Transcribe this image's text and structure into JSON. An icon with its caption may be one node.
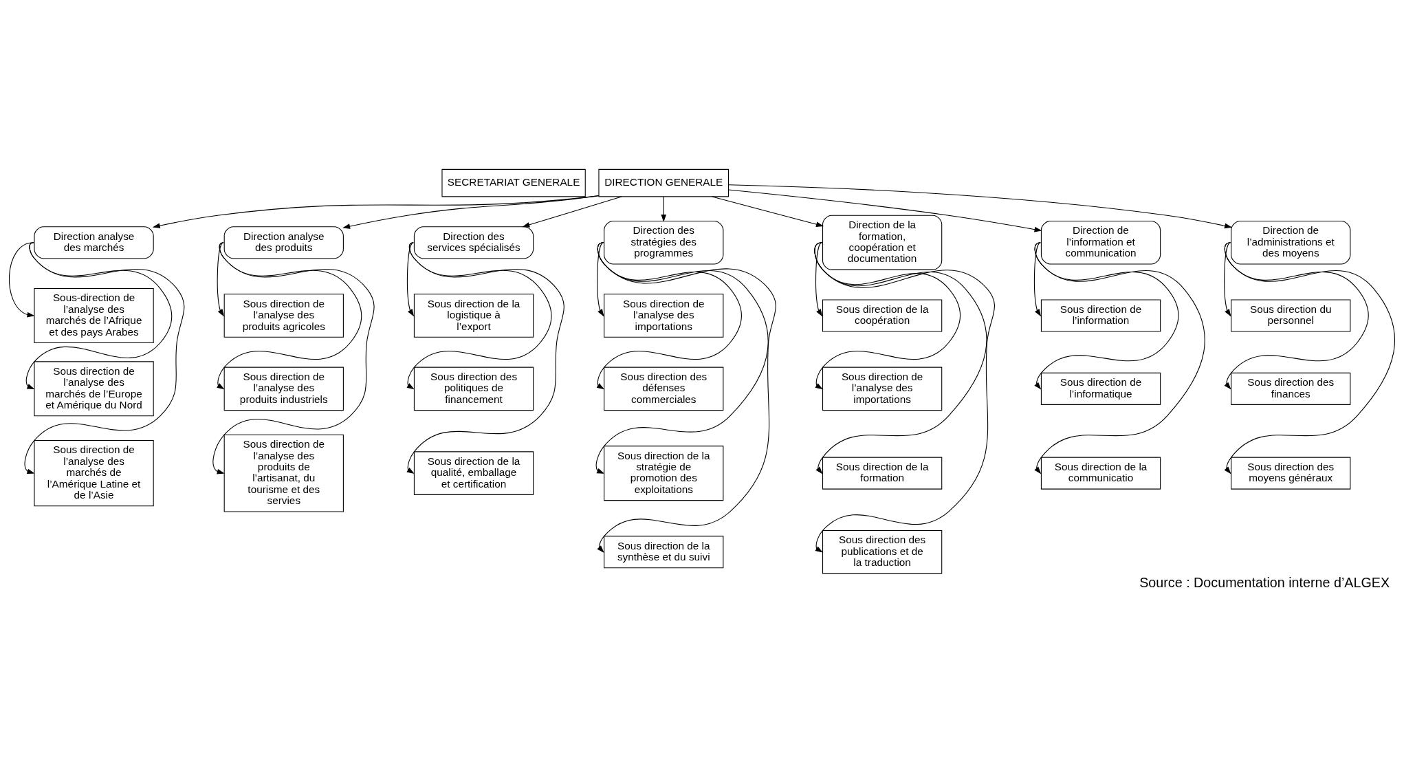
{
  "diagram": {
    "caption": "Source : Documentation interne d’ALGEX",
    "nodes": [
      {
        "text": [
          "SECRETARIAT GENERALE"
        ]
      },
      {
        "text": [
          "DIRECTION GENERALE"
        ]
      },
      {
        "text": [
          "Direction analyse des marchés"
        ]
      },
      {
        "text": [
          "Sous-direction de l’analyse des marchés de l’Afrique et des pays Arabes"
        ]
      },
      {
        "text": [
          "Sous direction de l’analyse des marchés de l’Europe et Amérique du Nord"
        ]
      },
      {
        "text": [
          "Sous direction de l’analyse des marchés de l’Amérique Latine et de l’Asie"
        ]
      },
      {
        "text": [
          "Direction analyse des produits"
        ]
      },
      {
        "text": [
          "Sous direction de l’analyse des produits agricoles"
        ]
      },
      {
        "text": [
          "Sous direction de l’analyse des produits industriels"
        ]
      },
      {
        "text": [
          "Sous direction de l’analyse des produits de l’artisanat, du tourisme et des servies"
        ]
      },
      {
        "text": [
          "Direction des services spécialisés"
        ]
      },
      {
        "text": [
          "Sous direction de la logistique à l’export"
        ]
      },
      {
        "text": [
          "Sous direction des politiques de financement"
        ]
      },
      {
        "text": [
          "Sous direction de la qualité, emballage et certification"
        ]
      },
      {
        "text": [
          "Direction des stratégies des programmes"
        ]
      },
      {
        "text": [
          "Sous direction de l’analyse des importations"
        ]
      },
      {
        "text": [
          "Sous direction des défenses commerciales"
        ]
      },
      {
        "text": [
          "Sous direction de la stratégie de promotion des exploitations"
        ]
      },
      {
        "text": [
          "Sous direction de la synthèse et du suivi"
        ]
      },
      {
        "text": [
          "Direction de la formation, coopération et documentation"
        ]
      },
      {
        "text": [
          "Sous direction de la coopération"
        ]
      },
      {
        "text": [
          "Sous direction de l’analyse des importations"
        ]
      },
      {
        "text": [
          "Sous direction de la formation"
        ]
      },
      {
        "text": [
          "Sous direction des publications et de la traduction"
        ]
      },
      {
        "text": [
          "Direction de l’information et communication"
        ]
      },
      {
        "text": [
          "Sous direction de l’information"
        ]
      },
      {
        "text": [
          "Sous direction de l’informatique"
        ]
      },
      {
        "text": [
          "Sous direction de la communicatio"
        ]
      },
      {
        "text": [
          "Direction de l’administrations et des moyens"
        ]
      },
      {
        "text": [
          "Sous direction du personnel"
        ]
      },
      {
        "text": [
          "Sous direction des finances"
        ]
      },
      {
        "text": [
          "Sous direction des moyens généraux"
        ]
      }
    ],
    "edges": [
      {
        "from": 1,
        "to": 2,
        "arrow": "to"
      },
      {
        "from": 1,
        "to": 6,
        "arrow": "to"
      },
      {
        "from": 1,
        "to": 10,
        "arrow": "to"
      },
      {
        "from": 1,
        "to": 14,
        "arrow": "to"
      },
      {
        "from": 1,
        "to": 19,
        "arrow": "to"
      },
      {
        "from": 1,
        "to": 24,
        "arrow": "to"
      },
      {
        "from": 1,
        "to": 28,
        "arrow": "to"
      },
      {
        "from": 2,
        "to": 3,
        "arrow": "to"
      },
      {
        "from": 2,
        "to": 4,
        "arrow": "to"
      },
      {
        "from": 2,
        "to": 5,
        "arrow": "to"
      },
      {
        "from": 6,
        "to": 7,
        "arrow": "to"
      },
      {
        "from": 6,
        "to": 8,
        "arrow": "to"
      },
      {
        "from": 6,
        "to": 9,
        "arrow": "to"
      },
      {
        "from": 10,
        "to": 11,
        "arrow": "to"
      },
      {
        "from": 10,
        "to": 12,
        "arrow": "to"
      },
      {
        "from": 10,
        "to": 13,
        "arrow": "to"
      },
      {
        "from": 14,
        "to": 15,
        "arrow": "to"
      },
      {
        "from": 14,
        "to": 16,
        "arrow": "to"
      },
      {
        "from": 14,
        "to": 17,
        "arrow": "to"
      },
      {
        "from": 14,
        "to": 18,
        "arrow": "to"
      },
      {
        "from": 19,
        "to": 20,
        "arrow": "to"
      },
      {
        "from": 19,
        "to": 21,
        "arrow": "to"
      },
      {
        "from": 19,
        "to": 22,
        "arrow": "to"
      },
      {
        "from": 19,
        "to": 23,
        "arrow": "to"
      },
      {
        "from": 24,
        "to": 25,
        "arrow": "to"
      },
      {
        "from": 24,
        "to": 26,
        "arrow": "to"
      },
      {
        "from": 24,
        "to": 27,
        "arrow": "to"
      },
      {
        "from": 28,
        "to": 29,
        "arrow": "to"
      },
      {
        "from": 28,
        "to": 30,
        "arrow": "to"
      },
      {
        "from": 28,
        "to": 31,
        "arrow": "to"
      }
    ]
  }
}
